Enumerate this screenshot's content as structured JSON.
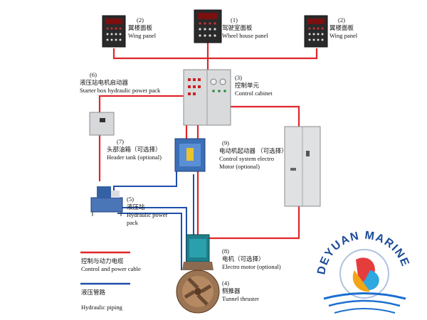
{
  "components": {
    "wing_left": {
      "num": "(2)",
      "cn": "翼楼面板",
      "en": "Wing panel"
    },
    "wheelhouse": {
      "num": "(1)",
      "cn": "驾驶室面板",
      "en": "Wheel house panel"
    },
    "wing_right": {
      "num": "(2)",
      "cn": "翼楼面板",
      "en": "Wing panel"
    },
    "starter_box": {
      "num": "(6)",
      "cn": "液压站电机启动器",
      "en": "Starter box hydraulic power pack"
    },
    "control_cabinet": {
      "num": "(3)",
      "cn": "控制单元",
      "en": "Control cabinet"
    },
    "header_tank": {
      "num": "(7)",
      "cn": "头部油箱（可选择）",
      "en": "Header tank (optional)"
    },
    "control_system": {
      "num": "(9)",
      "cn": "电动机起动器 （可选择）",
      "en1": "Control system electro",
      "en2": "Motor (optional)"
    },
    "hydraulic_pack": {
      "num": "(5)",
      "cn": "液压站",
      "en1": "Hydraulic power",
      "en2": "pack"
    },
    "electro_motor": {
      "num": "(8)",
      "cn": "电机（可选择）",
      "en": "Electro motor (optional)"
    },
    "tunnel_thruster": {
      "num": "(4)",
      "cn": "侧推器",
      "en": "Tunnel thruster"
    }
  },
  "legend": {
    "power": {
      "cn": "控制与动力电缆",
      "en": "Control and power cable",
      "color": "#e0262b"
    },
    "hydraulic": {
      "cn": "液压管路",
      "en": "Hydraulic piping",
      "color": "#1f4fa8"
    }
  },
  "brand": {
    "name": "DEYUAN MARINE"
  }
}
